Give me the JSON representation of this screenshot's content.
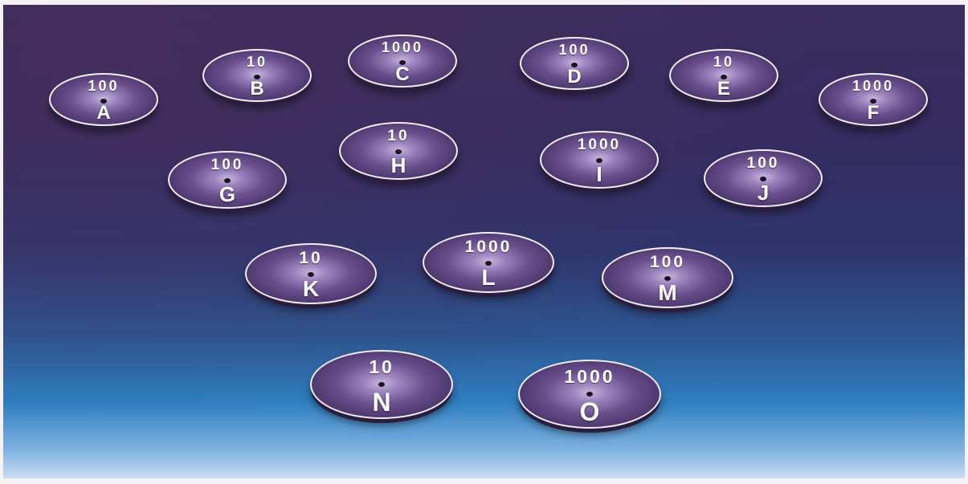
{
  "discs": [
    {
      "value": "100",
      "letter": "A"
    },
    {
      "value": "10",
      "letter": "B"
    },
    {
      "value": "1000",
      "letter": "C"
    },
    {
      "value": "100",
      "letter": "D"
    },
    {
      "value": "10",
      "letter": "E"
    },
    {
      "value": "1000",
      "letter": "F"
    },
    {
      "value": "100",
      "letter": "G"
    },
    {
      "value": "10",
      "letter": "H"
    },
    {
      "value": "1000",
      "letter": "I"
    },
    {
      "value": "100",
      "letter": "J"
    },
    {
      "value": "10",
      "letter": "K"
    },
    {
      "value": "1000",
      "letter": "L"
    },
    {
      "value": "100",
      "letter": "M"
    },
    {
      "value": "10",
      "letter": "N"
    },
    {
      "value": "1000",
      "letter": "O"
    }
  ],
  "colors": {
    "disc_fill": "#6a4f8d",
    "disc_rim": "#f2eef8",
    "background_top": "#3a2d5e",
    "background_bottom": "#2f7fc0"
  }
}
